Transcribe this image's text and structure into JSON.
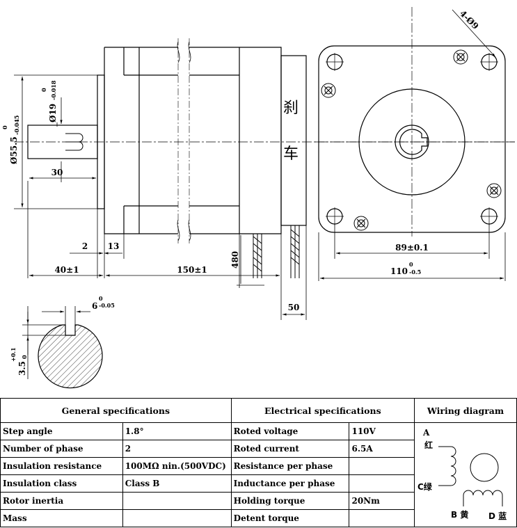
{
  "drawing": {
    "brake_label": [
      "刹",
      "车"
    ],
    "dimensions": {
      "shaft_outer_dia": "Ø55.5",
      "shaft_outer_tol_upper": "0",
      "shaft_outer_tol_lower": "-0.045",
      "shaft_dia": "Ø19",
      "shaft_tol_upper": "0",
      "shaft_tol_lower": "-0.018",
      "shaft_length": "30",
      "flange_thickness": "2",
      "pilot_length": "13",
      "shaft_ext": "40±1",
      "body_length": "150±1",
      "cable_length": "480",
      "brake_length": "50",
      "holes": "4-Ø9",
      "bolt_spacing": "89±0.1",
      "flange_size": "110",
      "flange_tol_upper": "0",
      "flange_tol_lower": "-0.5",
      "key_width": "6",
      "key_tol_upper": "0",
      "key_tol_lower": "-0.05",
      "key_depth": "3.5",
      "key_depth_tol_upper": "+0.1",
      "key_depth_tol_lower": "0"
    }
  },
  "table": {
    "general_header": "General specifications",
    "electrical_header": "Electrical specifications",
    "wiring_header": "Wiring diagram",
    "rows": [
      {
        "g_label": "Step angle",
        "g_value": "1.8°",
        "e_label": "Roted voltage",
        "e_value": "110V"
      },
      {
        "g_label": "Number of phase",
        "g_value": "2",
        "e_label": "Roted current",
        "e_value": "6.5A"
      },
      {
        "g_label": "Insulation resistance",
        "g_value": "100MΩ nin.(500VDC)",
        "e_label": "Resistance per phase",
        "e_value": ""
      },
      {
        "g_label": "Insulation class",
        "g_value": "Class B",
        "e_label": "Inductance per phase",
        "e_value": ""
      },
      {
        "g_label": "Rotor inertia",
        "g_value": "",
        "e_label": "Holding torque",
        "e_value": "20Nm"
      },
      {
        "g_label": "Mass",
        "g_value": "",
        "e_label": "Detent torque",
        "e_value": ""
      }
    ]
  },
  "wiring": {
    "a": "A",
    "a_color": "红",
    "c": "C绿",
    "b": "B 黄",
    "d": "D 蓝"
  }
}
